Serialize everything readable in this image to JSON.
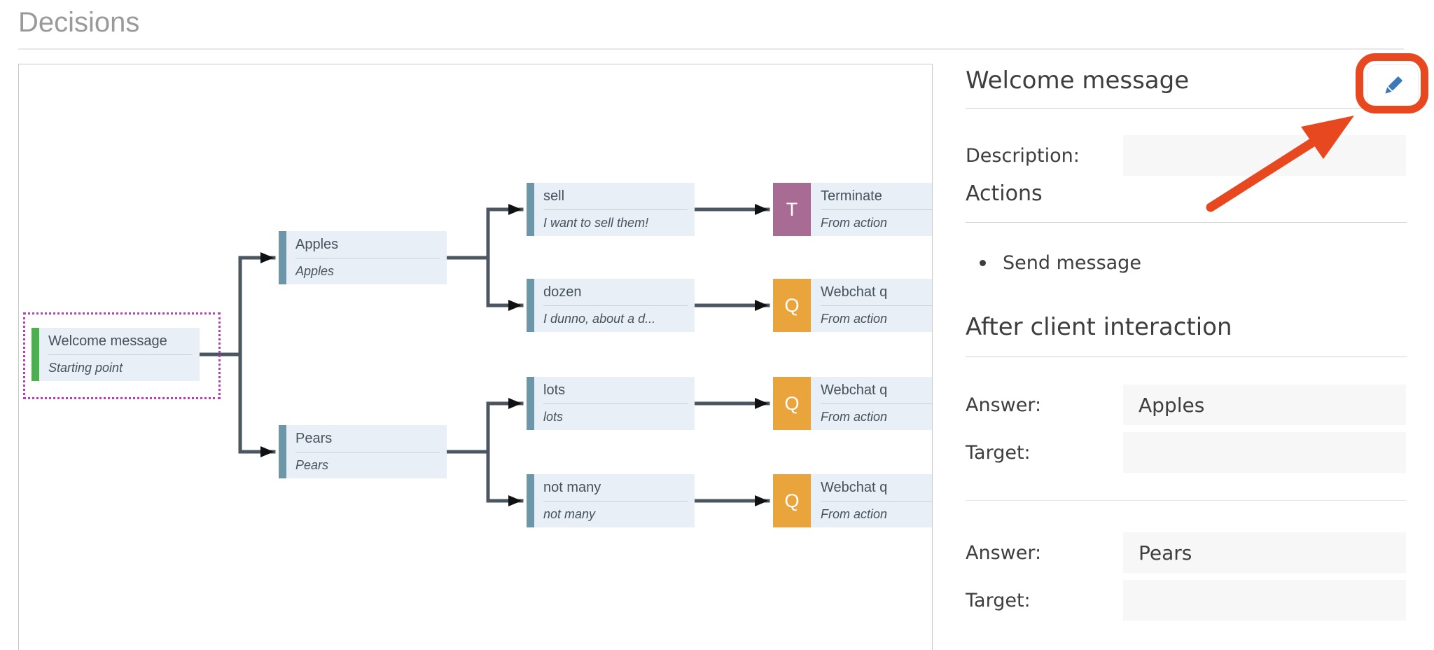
{
  "page": {
    "title": "Decisions"
  },
  "colors": {
    "node_background": "#e9eff6",
    "node_bar_blue": "#6d96a9",
    "node_bar_green": "#4cb050",
    "terminate_plum": "#a76b94",
    "question_orange": "#e9a53c",
    "connector": "#4b5660",
    "selection_magenta": "#b83eb8",
    "highlight_red": "#e8481f",
    "pencil_blue": "#3c79b8"
  },
  "diagram": {
    "selected_node": "Welcome message",
    "nodes": [
      {
        "title": "Welcome message",
        "subtitle": "Starting point",
        "type": "start"
      },
      {
        "title": "Apples",
        "subtitle": "Apples",
        "type": "answer"
      },
      {
        "title": "Pears",
        "subtitle": "Pears",
        "type": "answer"
      },
      {
        "title": "sell",
        "subtitle": "I want to sell them!",
        "type": "answer"
      },
      {
        "title": "dozen",
        "subtitle": "I dunno, about a d...",
        "type": "answer"
      },
      {
        "title": "lots",
        "subtitle": "lots",
        "type": "answer"
      },
      {
        "title": "not many",
        "subtitle": "not many",
        "type": "answer"
      }
    ],
    "action_nodes": [
      {
        "badge": "T",
        "title": "Terminate",
        "subtitle": "From action"
      },
      {
        "badge": "Q",
        "title": "Webchat q",
        "subtitle": "From action"
      },
      {
        "badge": "Q",
        "title": "Webchat q",
        "subtitle": "From action"
      },
      {
        "badge": "Q",
        "title": "Webchat q",
        "subtitle": "From action"
      }
    ]
  },
  "details": {
    "title": "Welcome message",
    "description_label": "Description:",
    "description_value": "",
    "actions_heading": "Actions",
    "action_items": [
      "Send message"
    ],
    "after_heading": "After client interaction",
    "answer_groups": [
      {
        "answer_label": "Answer:",
        "answer_value": "Apples",
        "target_label": "Target:",
        "target_value": ""
      },
      {
        "answer_label": "Answer:",
        "answer_value": "Pears",
        "target_label": "Target:",
        "target_value": ""
      }
    ]
  }
}
